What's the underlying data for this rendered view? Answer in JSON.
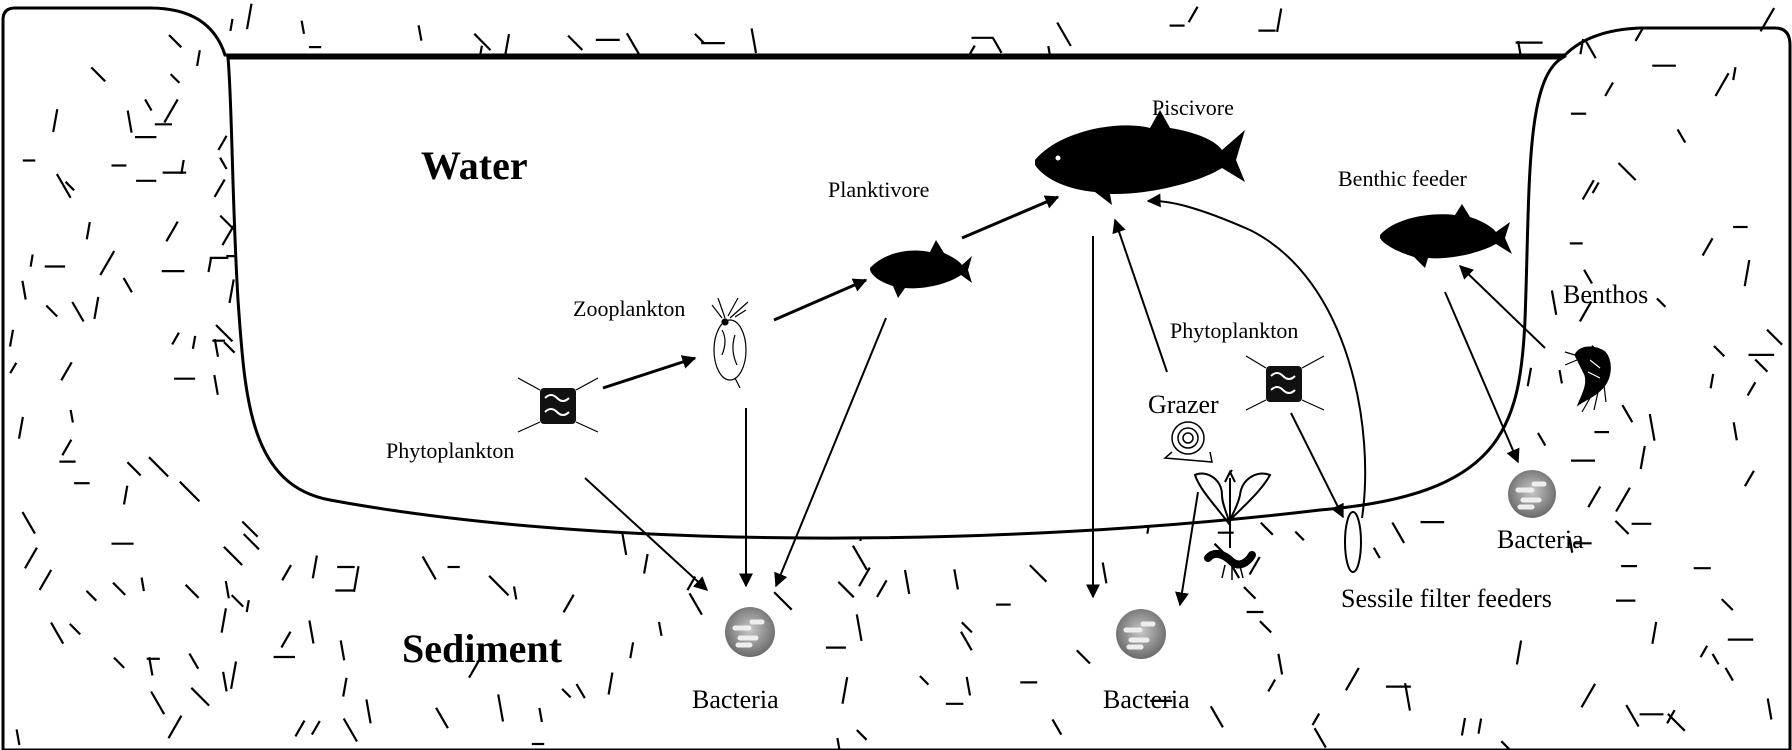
{
  "zones": {
    "water": "Water",
    "sediment": "Sediment"
  },
  "labels": {
    "piscivore": "Piscivore",
    "planktivore": "Planktivore",
    "benthic_feeder": "Benthic feeder",
    "zooplankton": "Zooplankton",
    "phytoplankton_left": "Phytoplankton",
    "phytoplankton_right": "Phytoplankton",
    "grazer": "Grazer",
    "benthos": "Benthos",
    "sessile_filter_feeders": "Sessile filter feeders",
    "bacteria_left": "Bacteria",
    "bacteria_middle": "Bacteria",
    "bacteria_right": "Bacteria"
  },
  "icons": {
    "piscivore": "fish-silhouette-icon",
    "planktivore": "fish-silhouette-icon",
    "benthic_feeder": "fish-silhouette-icon",
    "zooplankton": "daphnia-icon",
    "phytoplankton": "diatom-icon",
    "grazer": "snail-icon",
    "benthos": "amphipod-icon",
    "bacteria": "bacteria-colony-icon",
    "sessile_filter_feeders": "mussel-icon",
    "macrophyte": "water-plant-icon"
  },
  "colors": {
    "ink": "#000000",
    "background": "#ffffff",
    "bacteria_fill": "#9a9a9a"
  }
}
